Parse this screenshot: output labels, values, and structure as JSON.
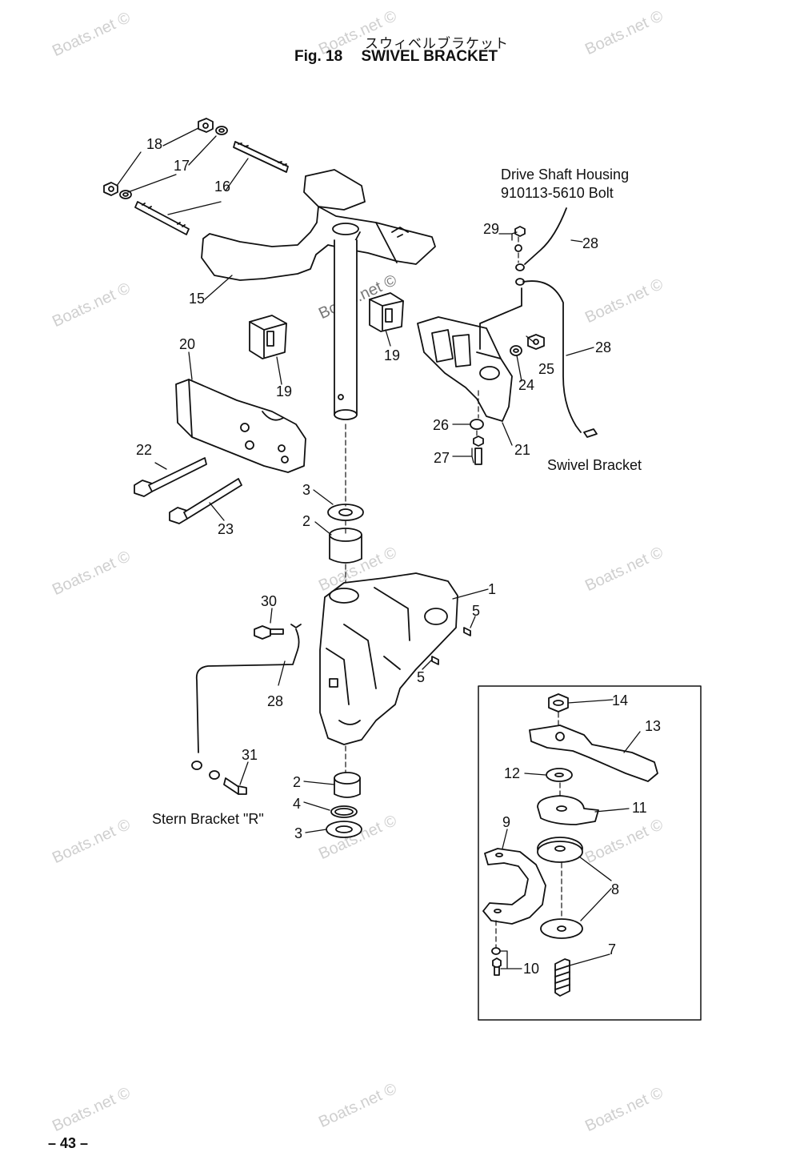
{
  "header": {
    "title_jp": "スウィベルブラケット",
    "fig": "Fig. 18",
    "title": "SWIVEL BRACKET"
  },
  "captions": {
    "drive_shaft_housing": "Drive Shaft Housing",
    "bolt": "910113-5610 Bolt",
    "swivel_bracket": "Swivel Bracket",
    "stern_bracket": "Stern Bracket \"R\""
  },
  "watermark": "Boats.net ©",
  "page_number": "– 43 –",
  "callouts": {
    "c1": "1",
    "c2a": "2",
    "c2b": "2",
    "c3a": "3",
    "c3b": "3",
    "c4": "4",
    "c5a": "5",
    "c5b": "5",
    "c7": "7",
    "c8": "8",
    "c9": "9",
    "c10": "10",
    "c11": "11",
    "c12": "12",
    "c13": "13",
    "c14": "14",
    "c15": "15",
    "c16": "16",
    "c17": "17",
    "c18": "18",
    "c19a": "19",
    "c19b": "19",
    "c20": "20",
    "c21": "21",
    "c22": "22",
    "c23": "23",
    "c24": "24",
    "c25": "25",
    "c26": "26",
    "c27": "27",
    "c28a": "28",
    "c28b": "28",
    "c28c": "28",
    "c29": "29",
    "c30": "30",
    "c31": "31"
  }
}
